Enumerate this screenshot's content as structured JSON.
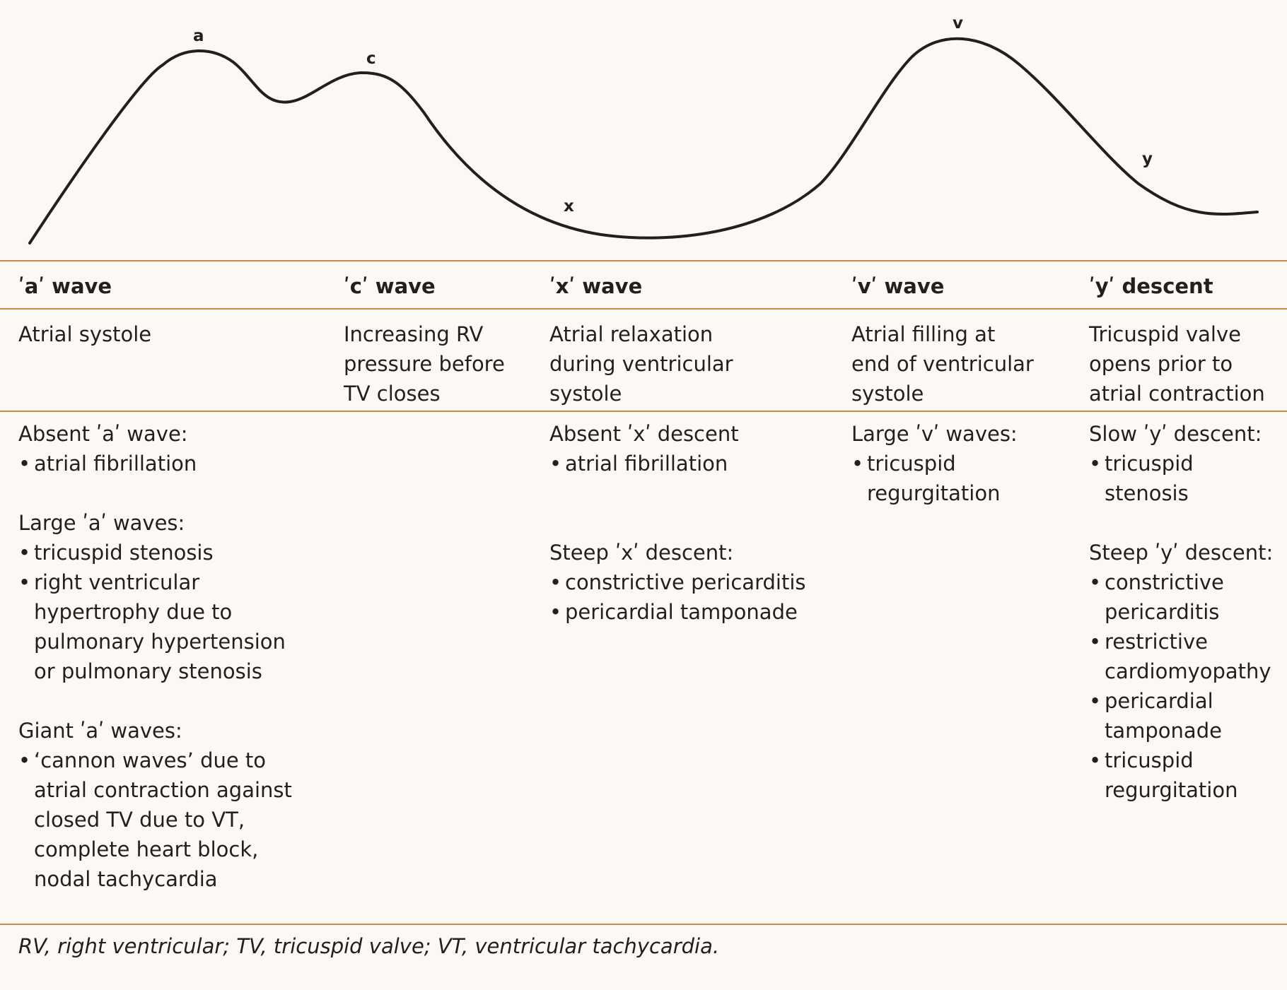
{
  "colors": {
    "background": "#fcf8f3",
    "rule": "#d08c43",
    "text": "#231f20"
  },
  "wave_labels": {
    "a": "a",
    "c": "c",
    "x": "x",
    "v": "v",
    "y": "y"
  },
  "columns": [
    {
      "heading": "ʹaʹ wave",
      "description": "Atrial systole",
      "groups": [
        {
          "title": "Absent ʹaʹ wave:",
          "items": [
            "atrial fibrillation"
          ]
        },
        {
          "title": "Large ʹaʹ waves:",
          "items": [
            "tricuspid stenosis",
            "right ventricular\nhypertrophy due to\npulmonary hypertension\nor pulmonary stenosis"
          ]
        },
        {
          "title": "Giant ʹaʹ waves:",
          "items": [
            "‘cannon waves’ due to\natrial contraction against\nclosed TV due to VT,\ncomplete heart block,\nnodal tachycardia"
          ]
        }
      ]
    },
    {
      "heading": "ʹcʹ wave",
      "description": "Increasing RV\npressure before\nTV closes",
      "groups": []
    },
    {
      "heading": "ʹxʹ wave",
      "description": "Atrial relaxation\nduring ventricular\nsystole",
      "groups": [
        {
          "title": "Absent ʹxʹ descent",
          "items": [
            "atrial fibrillation"
          ]
        },
        {
          "title": "Steep ʹxʹ descent:",
          "items": [
            "constrictive pericarditis",
            "pericardial tamponade"
          ]
        }
      ]
    },
    {
      "heading": "ʹvʹ wave",
      "description": "Atrial filling at\nend of ventricular\nsystole",
      "groups": [
        {
          "title": "Large ʹvʹ waves:",
          "items": [
            "tricuspid\nregurgitation"
          ]
        }
      ]
    },
    {
      "heading": "ʹyʹ descent",
      "description": "Tricuspid valve\nopens prior to\natrial contraction",
      "groups": [
        {
          "title": "Slow ʹyʹ descent:",
          "items": [
            "tricuspid\nstenosis"
          ]
        },
        {
          "title": "Steep ʹyʹ descent:",
          "items": [
            "constrictive\npericarditis",
            "restrictive\ncardiomyopathy",
            "pericardial\ntamponade",
            "tricuspid\nregurgitation"
          ]
        }
      ]
    }
  ],
  "footnote": "RV, right ventricular; TV, tricuspid valve; VT, ventricular tachycardia."
}
